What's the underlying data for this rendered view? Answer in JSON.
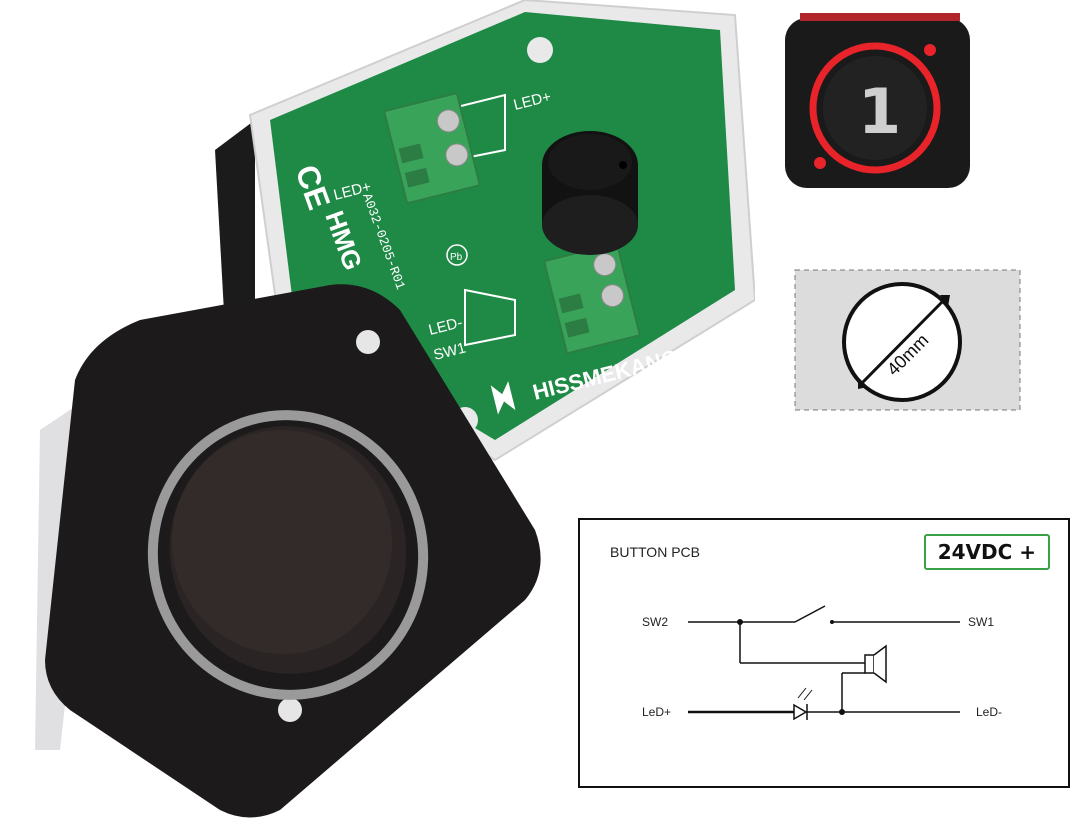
{
  "pcb": {
    "label_led_plus_left": "LED+",
    "label_led_plus_right": "LED+",
    "label_led_minus": "LED-",
    "label_sw1": "SW1",
    "part_number": "A032-0205-R01",
    "brand_code": "HMG",
    "brand_name": "HISSMEKANO",
    "ce_mark": "CE",
    "pb_mark": "Pb"
  },
  "lit_button": {
    "number": "1"
  },
  "dimension": {
    "label": "40mm"
  },
  "schematic": {
    "title": "BUTTON PCB",
    "voltage": "24VDC +",
    "sw2": "SW2",
    "sw1": "SW1",
    "led_plus": "LeD+",
    "led_minus": "LeD-"
  },
  "colors": {
    "pcb_green": "#1f8a46",
    "terminal_green": "#3aa35a",
    "button_black": "#1c1a1a",
    "ring_grey": "#9a9a9a",
    "led_red": "#e8232a",
    "badge_green": "#3aa046"
  }
}
